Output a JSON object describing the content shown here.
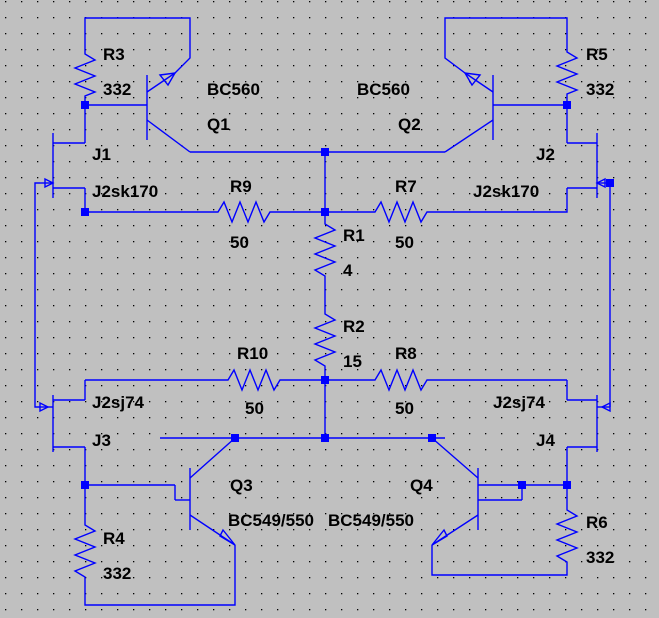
{
  "colors": {
    "background": "#c0c0c0",
    "wire": "#0000ff",
    "grid_dot": "#000000",
    "text": "#000000"
  },
  "labels": {
    "R3": "R3",
    "R3_val": "332",
    "R5": "R5",
    "R5_val": "332",
    "Q1_model": "BC560",
    "Q1": "Q1",
    "Q2_model": "BC560",
    "Q2": "Q2",
    "J1": "J1",
    "J1_model": "J2sk170",
    "J2": "J2",
    "J2_model": "J2sk170",
    "R9": "R9",
    "R9_val": "50",
    "R7": "R7",
    "R7_val": "50",
    "R1": "R1",
    "R1_val": "4",
    "R2": "R2",
    "R2_val": "15",
    "R10": "R10",
    "R10_val": "50",
    "R8": "R8",
    "R8_val": "50",
    "J3_model": "J2sj74",
    "J3": "J3",
    "J4_model": "J2sj74",
    "J4": "J4",
    "Q3": "Q3",
    "Q3_model": "BC549/550",
    "Q4": "Q4",
    "Q4_model": "BC549/550",
    "R4": "R4",
    "R4_val": "332",
    "R6": "R6",
    "R6_val": "332"
  }
}
